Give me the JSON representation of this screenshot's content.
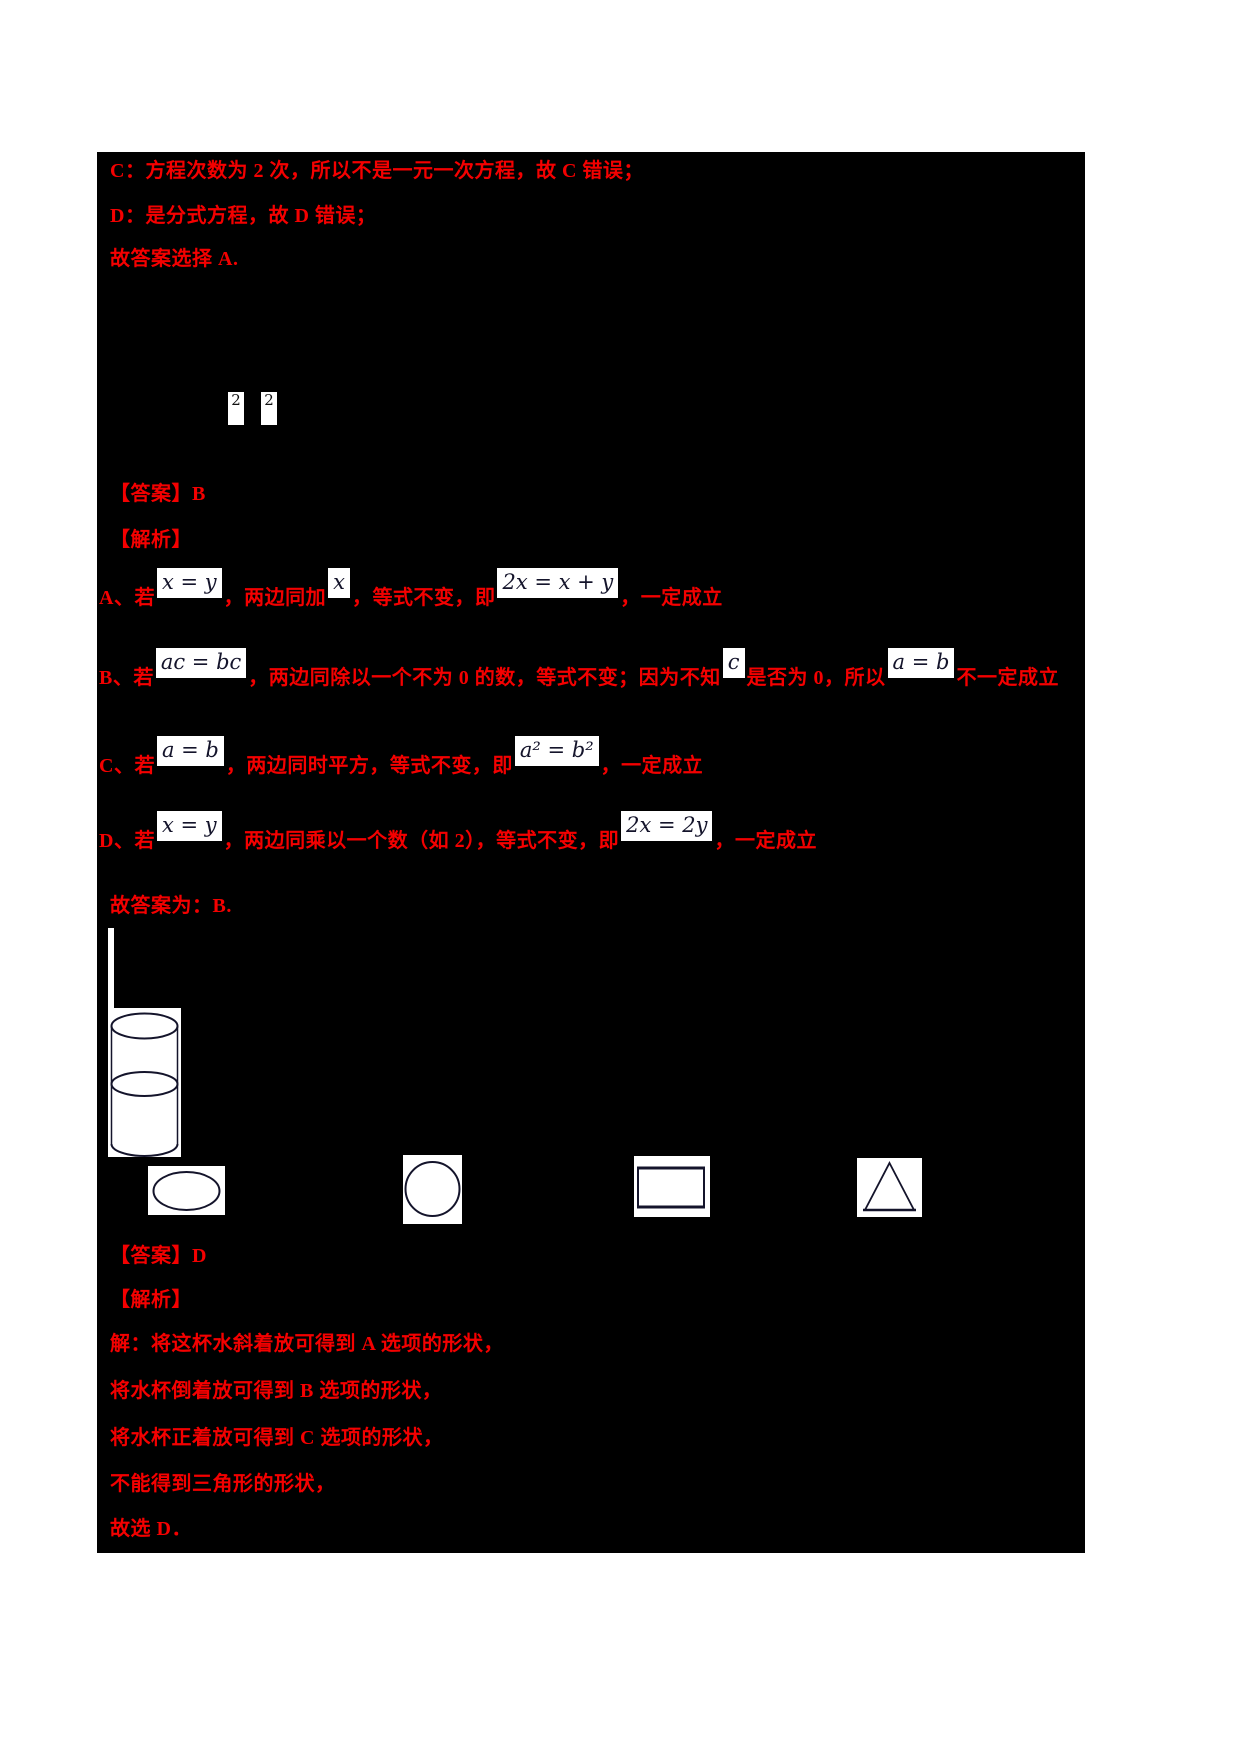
{
  "colors": {
    "accent_red": "#f40000",
    "block_bg": "#000000",
    "page_bg": "#ffffff",
    "formula_bg": "#ffffff",
    "formula_ink": "#14142b"
  },
  "q1_solution": {
    "line_option_c": "C：方程次数为 2 次，所以不是一元一次方程，故 C 错误；",
    "line_option_d": "D：是分式方程，故 D 错误；",
    "line_conclusion": "故答案选择 A."
  },
  "q2": {
    "exponent_fragments": [
      "2",
      "2"
    ],
    "answer_label": "【答案】",
    "answer_value": "B",
    "analysis_label": "【解析】",
    "option_a": {
      "pre": "A、若",
      "formula1": "x = y",
      "mid1": "，两边同加",
      "formula2": "x",
      "mid2": "，等式不变，即",
      "formula3": "2x = x + y",
      "post": "，一定成立"
    },
    "option_b": {
      "pre": "B、若",
      "formula1": "ac = bc",
      "mid1": "，两边同除以一个不为 0 的数，等式不变；因为不知",
      "formula2": "c",
      "mid2": "是否为 0，所以",
      "formula3": "a = b",
      "post": "不一定成立"
    },
    "option_c": {
      "pre": "C、若",
      "formula1": "a = b",
      "mid1": "，两边同时平方，等式不变，即",
      "formula2": "a² = b²",
      "post": "，一定成立"
    },
    "option_d": {
      "pre": "D、若",
      "formula1": "x = y",
      "mid1": "，两边同乘以一个数（如 2），等式不变，即",
      "formula2": "2x = 2y",
      "post": "，一定成立"
    },
    "conclusion": "故答案为：B."
  },
  "q3": {
    "figures": {
      "cup": "cylinder-water-cup",
      "option_a": "horizontal-ellipse",
      "option_b": "circle",
      "option_c": "rectangle",
      "option_d": "triangle"
    },
    "answer_label": "【答案】",
    "answer_value": "D",
    "analysis_label": "【解析】",
    "solution_lines": [
      "解：将这杯水斜着放可得到 A 选项的形状，",
      "将水杯倒着放可得到 B 选项的形状，",
      "将水杯正着放可得到 C 选项的形状，",
      "不能得到三角形的形状，",
      "故选 D．"
    ]
  }
}
